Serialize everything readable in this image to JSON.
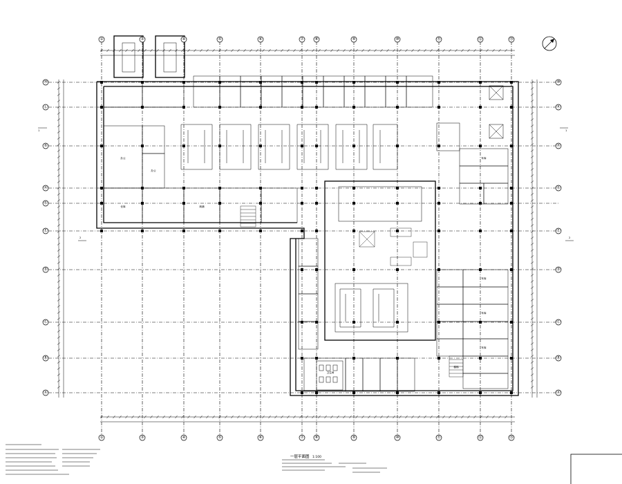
{
  "drawing": {
    "top_axes": [
      "①",
      "③",
      "④",
      "⑤",
      "⑥",
      "⑦",
      "⑧",
      "⑨",
      "⑩",
      "⑪",
      "⑫",
      "⑬"
    ],
    "right_axes": [
      "⑩",
      "Ⓚ",
      "Ⓗ",
      "Ⓖ",
      "Ⓔ",
      "Ⓓ",
      "Ⓒ",
      "Ⓑ",
      "Ⓐ"
    ],
    "left_axes": [
      "⑭",
      "Ⓛ",
      "⑤",
      "Ⓗ",
      "Ⓖ",
      "Ⓔ",
      "Ⓓ",
      "Ⓒ",
      "Ⓑ",
      "Ⓐ"
    ],
    "bottom_axes": [
      "①",
      "③",
      "④",
      "⑤",
      "⑥",
      "⑦",
      "⑧",
      "⑨",
      "⑩",
      "⑪",
      "⑫",
      "⑬"
    ],
    "section_marks": [
      "1",
      "1",
      "2",
      "2"
    ],
    "title": "一层平面图",
    "scale": "1:100"
  },
  "rooms": {
    "garage_label": "车库",
    "office_label": "办公",
    "shop_label": "商铺",
    "store_label": "仓库",
    "stair_label": "楼梯",
    "toilet_label": "卫生间"
  }
}
